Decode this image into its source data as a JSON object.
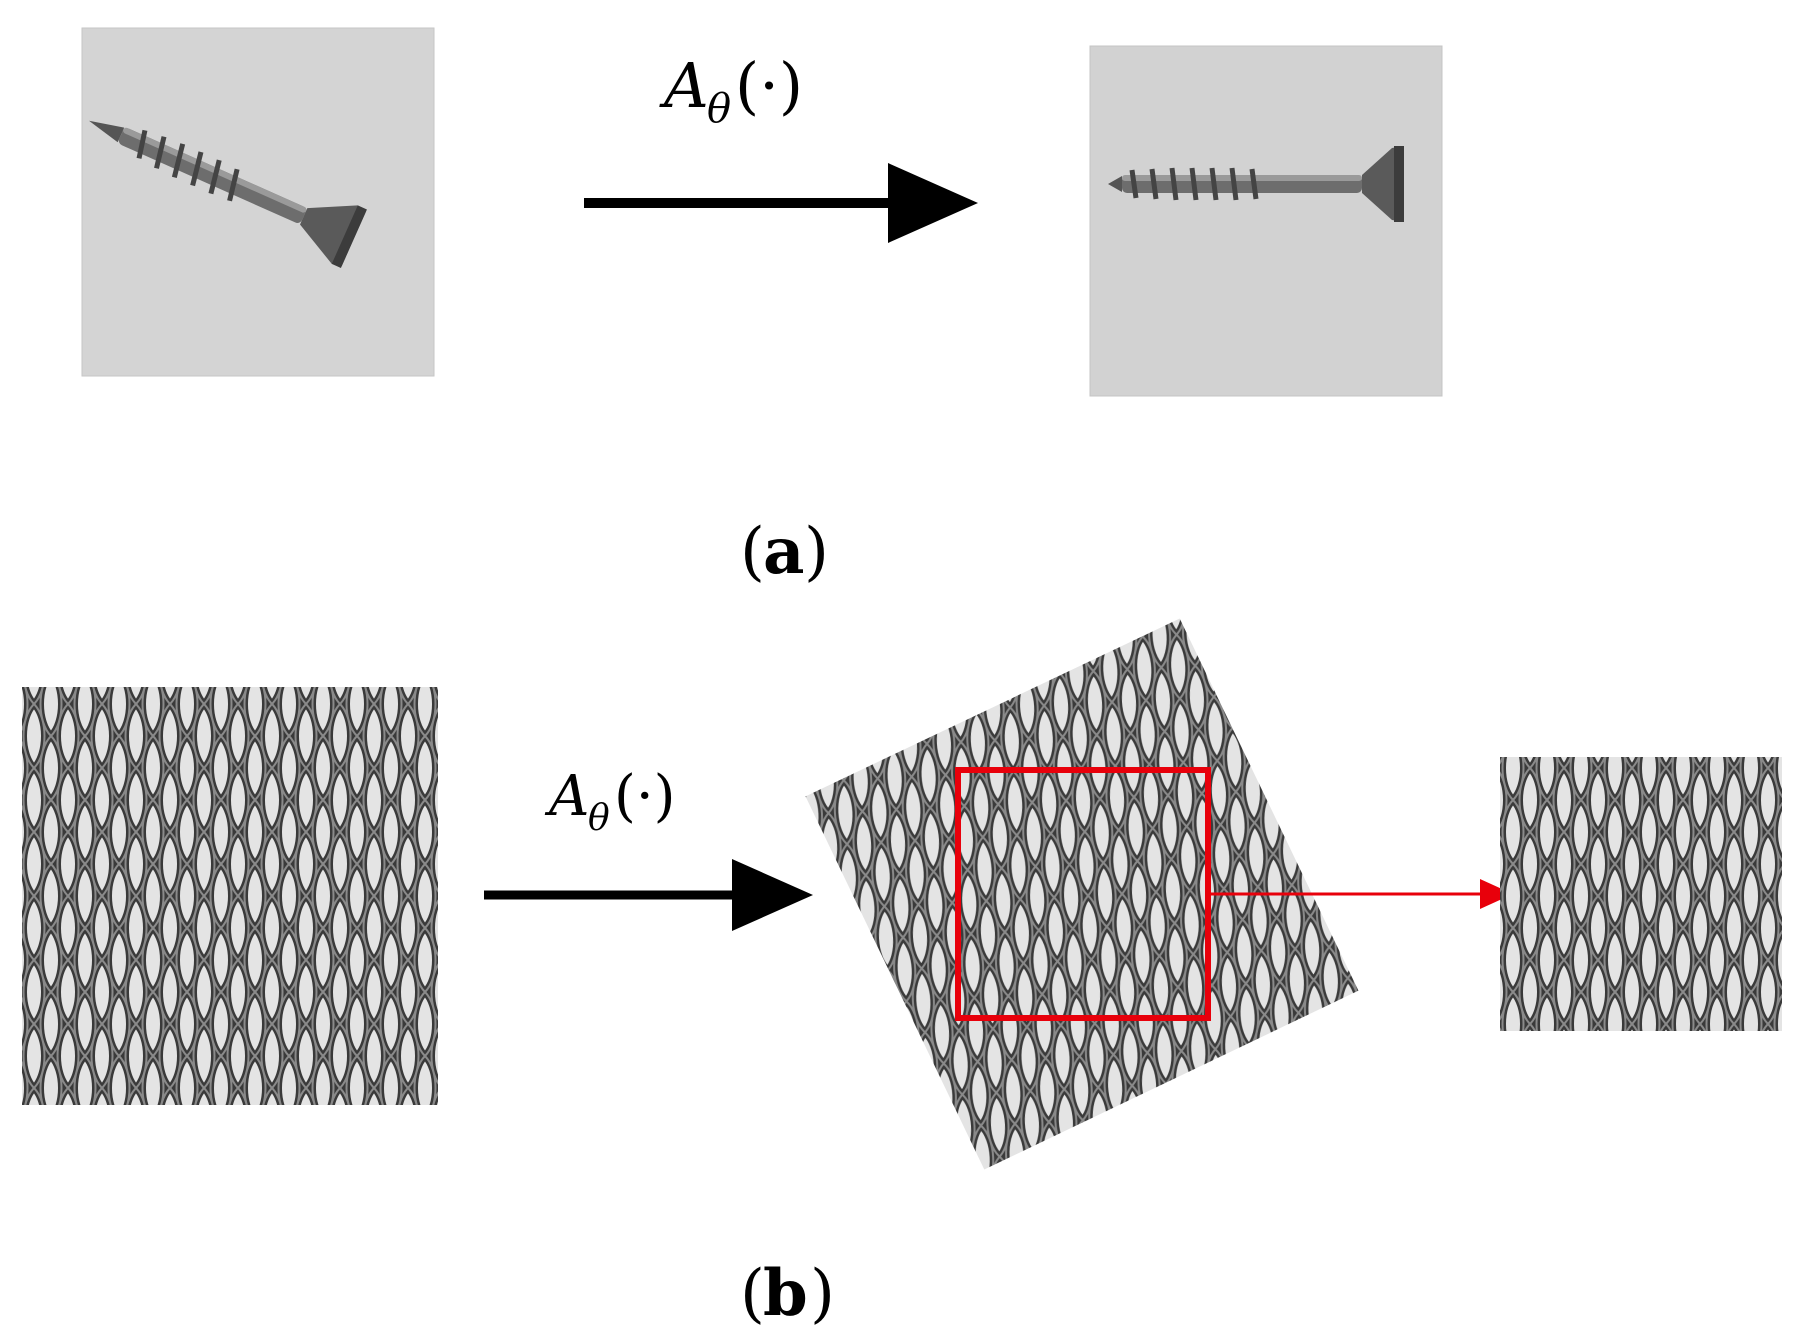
{
  "panel_a": {
    "operator": {
      "symbol": "A",
      "subscript": "θ",
      "argument": "(·)"
    },
    "caption": {
      "open": "(",
      "letter": "a",
      "close": ")"
    },
    "input_image": "screw-photo",
    "output_image": "screw-photo-rotated"
  },
  "panel_b": {
    "operator": {
      "symbol": "A",
      "subscript": "θ",
      "argument": "(·)"
    },
    "caption": {
      "open": "(",
      "letter": "b",
      "close": ")"
    },
    "input_image": "metal-mesh-texture",
    "output_image": "metal-mesh-texture-rotated",
    "crop_image": "metal-mesh-crop",
    "crop_color": "#e8000b"
  },
  "colors": {
    "arrow": "#000000",
    "crop_highlight": "#e8000b",
    "photo_background": "#d6d6d6"
  }
}
